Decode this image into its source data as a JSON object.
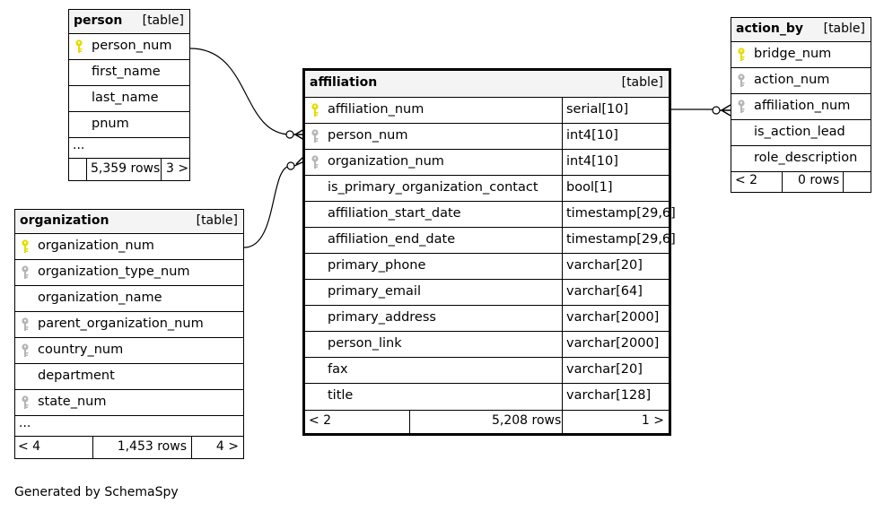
{
  "tables": {
    "person": {
      "name": "person",
      "tag": "[table]",
      "columns": [
        {
          "name": "person_num",
          "key": "primary"
        },
        {
          "name": "first_name",
          "key": "none"
        },
        {
          "name": "last_name",
          "key": "none"
        },
        {
          "name": "pnum",
          "key": "none"
        }
      ],
      "ellipsis": "...",
      "footer": {
        "left": "",
        "rows": "5,359 rows",
        "right": "3 >"
      }
    },
    "organization": {
      "name": "organization",
      "tag": "[table]",
      "columns": [
        {
          "name": "organization_num",
          "key": "primary"
        },
        {
          "name": "organization_type_num",
          "key": "foreign"
        },
        {
          "name": "organization_name",
          "key": "none"
        },
        {
          "name": "parent_organization_num",
          "key": "foreign"
        },
        {
          "name": "country_num",
          "key": "foreign"
        },
        {
          "name": "department",
          "key": "none"
        },
        {
          "name": "state_num",
          "key": "foreign"
        }
      ],
      "ellipsis": "...",
      "footer": {
        "left": "< 4",
        "rows": "1,453 rows",
        "right": "4 >"
      }
    },
    "affiliation": {
      "name": "affiliation",
      "tag": "[table]",
      "columns": [
        {
          "name": "affiliation_num",
          "type": "serial[10]",
          "key": "primary"
        },
        {
          "name": "person_num",
          "type": "int4[10]",
          "key": "foreign"
        },
        {
          "name": "organization_num",
          "type": "int4[10]",
          "key": "foreign"
        },
        {
          "name": "is_primary_organization_contact",
          "type": "bool[1]",
          "key": "none"
        },
        {
          "name": "affiliation_start_date",
          "type": "timestamp[29,6]",
          "key": "none"
        },
        {
          "name": "affiliation_end_date",
          "type": "timestamp[29,6]",
          "key": "none"
        },
        {
          "name": "primary_phone",
          "type": "varchar[20]",
          "key": "none"
        },
        {
          "name": "primary_email",
          "type": "varchar[64]",
          "key": "none"
        },
        {
          "name": "primary_address",
          "type": "varchar[2000]",
          "key": "none"
        },
        {
          "name": "person_link",
          "type": "varchar[2000]",
          "key": "none"
        },
        {
          "name": "fax",
          "type": "varchar[20]",
          "key": "none"
        },
        {
          "name": "title",
          "type": "varchar[128]",
          "key": "none"
        }
      ],
      "footer": {
        "left": "< 2",
        "rows": "5,208 rows",
        "right": "1 >"
      }
    },
    "action_by": {
      "name": "action_by",
      "tag": "[table]",
      "columns": [
        {
          "name": "bridge_num",
          "key": "primary"
        },
        {
          "name": "action_num",
          "key": "foreign"
        },
        {
          "name": "affiliation_num",
          "key": "foreign"
        },
        {
          "name": "is_action_lead",
          "key": "none"
        },
        {
          "name": "role_description",
          "key": "none"
        }
      ],
      "footer": {
        "left": "< 2",
        "rows": "0 rows",
        "right": ""
      }
    }
  },
  "colors": {
    "primary_key": "#e6dc00",
    "foreign_key": "#b5b5b5",
    "header_bg": "#f4f4f4"
  },
  "caption": "Generated by SchemaSpy"
}
